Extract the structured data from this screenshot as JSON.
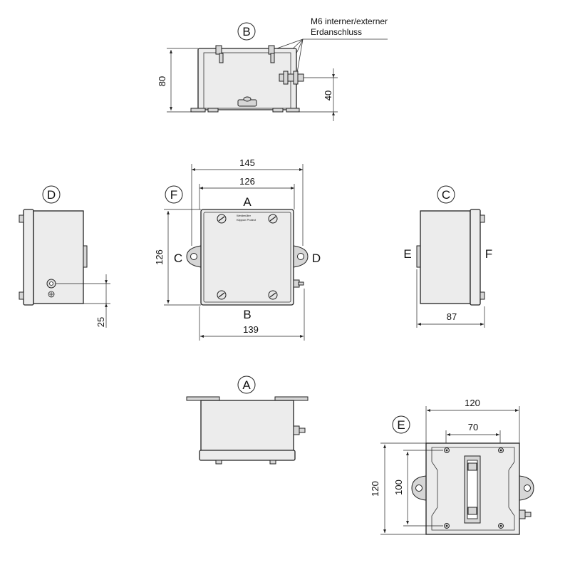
{
  "annotation": {
    "line1": "M6 interner/externer",
    "line2": "Erdanschluss"
  },
  "views": {
    "B": {
      "badge": "B",
      "dim_height": "80",
      "dim_right": "40"
    },
    "center": {
      "badge": "F",
      "side_top": "A",
      "side_bottom": "B",
      "side_left": "C",
      "side_right": "D",
      "dim_width_overall": "145",
      "dim_width_inner": "126",
      "dim_height": "126",
      "dim_bottom": "139",
      "brand": "Weidmüller",
      "brand_sub": "Klippon Protect"
    },
    "D": {
      "badge": "D",
      "dim_bottom": "25"
    },
    "C": {
      "badge": "C",
      "side_left": "E",
      "side_right": "F",
      "dim_bottom": "87"
    },
    "A": {
      "badge": "A"
    },
    "E": {
      "badge": "E",
      "dim_top": "120",
      "dim_inner": "70",
      "dim_left_outer": "120",
      "dim_left_inner": "100"
    }
  }
}
